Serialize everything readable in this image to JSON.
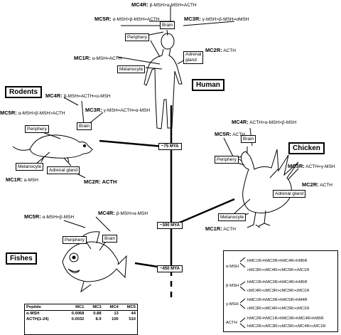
{
  "species": {
    "human": "Human",
    "rodents": "Rodents",
    "chicken": "Chicken",
    "fishes": "Fishes"
  },
  "divergence": {
    "mya1": "~75 MYA",
    "mya2": "~300 MYA",
    "mya3": "~450 MYA"
  },
  "human": {
    "mc4r_key": "MC4R:",
    "mc4r_val": "β-MSH>α-MSH=ACTH",
    "brain": "Brain",
    "mc5r_key": "MC5R:",
    "mc5r_val": "α-MSH>β-MSH=ACTH",
    "mc3r_key": "MC3R:",
    "mc3r_val": "γ-MSH>β-MSH=αMSH",
    "periphery": "Periphery",
    "mc1r_key": "MC1R:",
    "mc1r_val": "α-MSH=ACTH",
    "melanocyte": "Melanocyte",
    "mc2r_key": "MC2R:",
    "mc2r_val": "ACTH",
    "adrenal_1": "Adrenal",
    "adrenal_2": "gland"
  },
  "rodent": {
    "mc4r_key": "MC4R:",
    "mc4r_val": "β-MSH=ACTH=α-MSH",
    "mc5r_key": "MC5R:",
    "mc5r_val": "α-MSH>β-MSH>ACTH",
    "mc3r_key": "MC3R:",
    "mc3r_val": "γ-MSH=ACTH=α-MSH",
    "periphery": "Periphery",
    "brain": "Brain",
    "melanocyte": "Melanocyte",
    "adrenal": "Adrenal gland",
    "mc1r_key": "MC1R:",
    "mc1r_val": "α-MSH",
    "mc2r_key": "MC2R:",
    "mc2r_val": "ACTH"
  },
  "chicken": {
    "mc4r_key": "MC4R:",
    "mc4r_val": "ACTH>α-MSH>β-MSH",
    "mc5r_key": "MC5R:",
    "mc5r_val": "ACTH",
    "brain": "Brain",
    "periphery": "Periphery",
    "mc3r_key": "MC3R:",
    "mc3r_val": "ACTH=γ-MSH",
    "mc2r_key": "MC2R:",
    "mc2r_val": "ACTH",
    "adrenal": "Adrenal gland",
    "melanocyte": "Melanocyte",
    "mc1r_key": "MC1R:",
    "mc1r_val": "ACTH"
  },
  "fish": {
    "mc5r_key": "MC5R:",
    "mc5r_val": "α-MSH=β-MSH",
    "mc4r_key": "MC4R:",
    "mc4r_val": "β-MSH>α-MSH",
    "periphery": "Periphery",
    "brain": "Brain"
  },
  "legend": {
    "a_lab": "α-MSH",
    "a_1": "hMC1R>hMC3R>hMC4R>hM5R",
    "a_2": "cMC3R>cMC4R>cMC5R>cMC1R",
    "b_lab": "β-MSH",
    "b_1": "hMC1R>hMC3R>hMC4R>hM5R",
    "b_2": "cMC4R>cMC3R>cMC5R>cMC1R",
    "g_lab": "γ-MSH",
    "g_1": "hMC1R>hMC3R>hMC5R>hM4R",
    "g_2": "cMC3R>cMC4R>cMC5R>cMC1R",
    "c_lab": "ACTH",
    "c_1": "hMC2R>hMC1R>hMC3R>hMC4R>hM5R",
    "c_2": "hMC2R>cMC3R>cMC5R>cMC4R>cMC1R"
  },
  "table": {
    "headers": [
      "Peptide",
      "MC1",
      "MC3",
      "MC4",
      "MC5"
    ],
    "rows": [
      [
        "α-MSH",
        "0.0068",
        "0.88",
        "13",
        "44"
      ],
      [
        "ACTH(1-24)",
        "0.0032",
        "8.9",
        "100",
        "510"
      ]
    ]
  }
}
